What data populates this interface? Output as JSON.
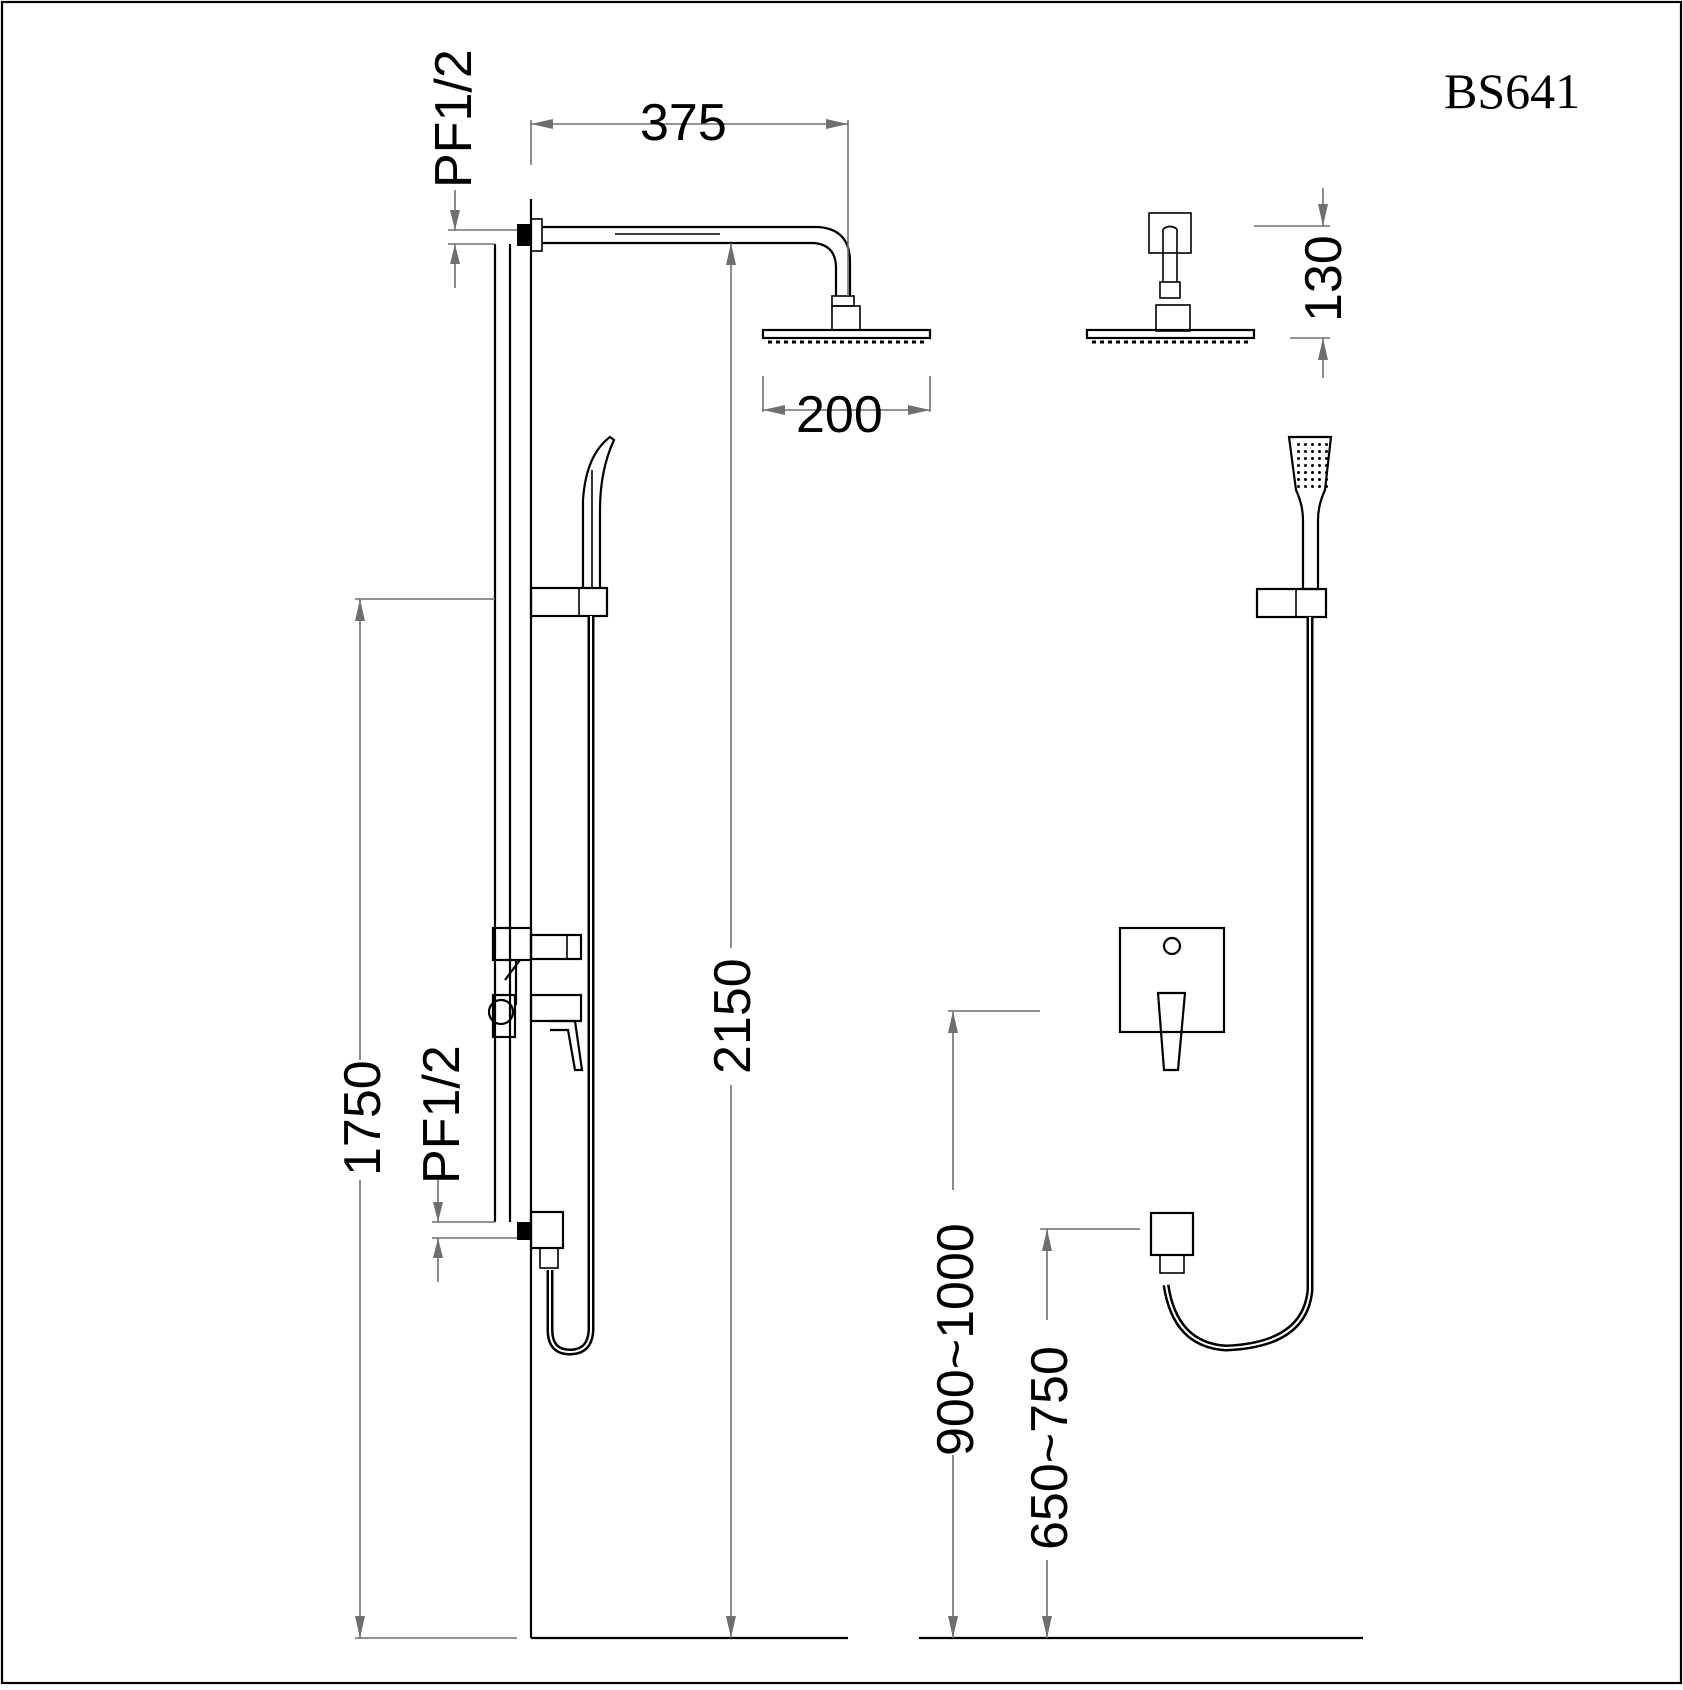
{
  "model": "BS641",
  "dimensions": {
    "arm_length": "375",
    "head_diameter": "200",
    "head_drop": "130",
    "inlet_top": "PF1/2",
    "inlet_bottom": "PF1/2",
    "total_height": "2150",
    "inlet_height": "1750",
    "mixer_height": "900~1000",
    "outlet_height": "650~750"
  },
  "colors": {
    "line": "#000000",
    "dimension": "#6f6f6f",
    "background": "#ffffff"
  }
}
